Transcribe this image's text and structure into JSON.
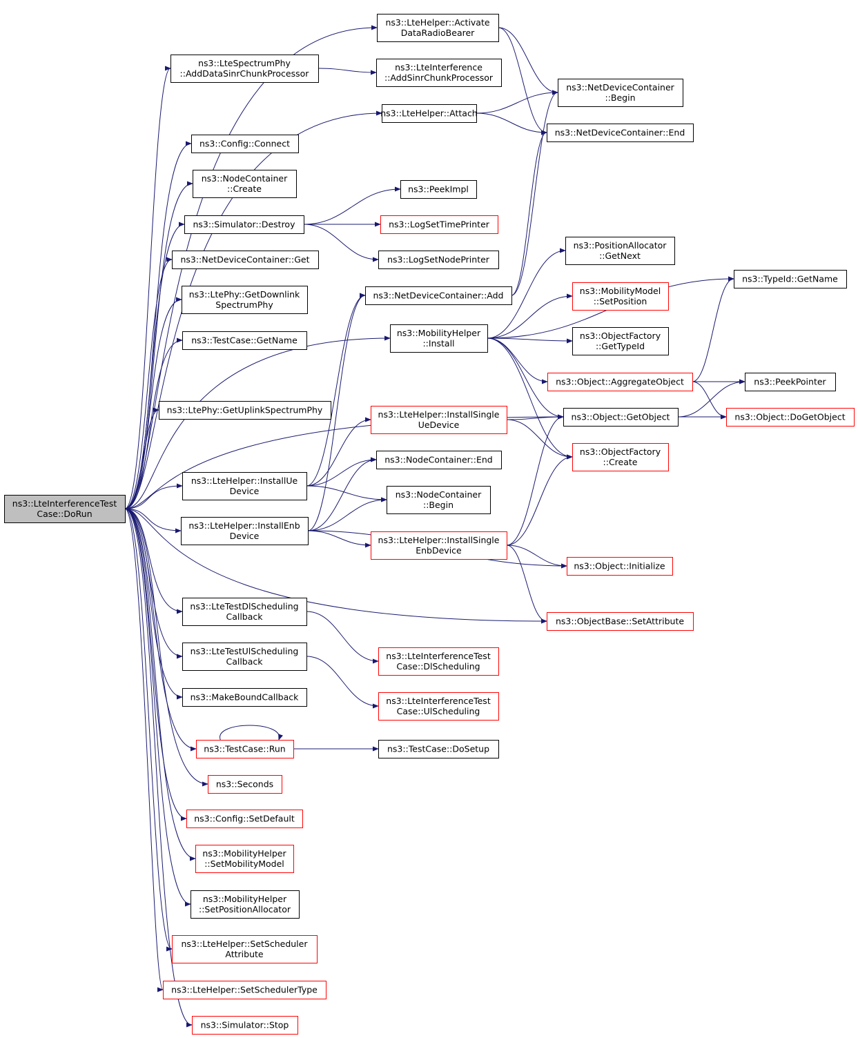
{
  "graph": {
    "colors": {
      "edge": "#191970",
      "border_normal": "#000000",
      "border_red": "#ff0000",
      "root_fill": "#bfbfbf",
      "node_fill": "#ffffff"
    },
    "nodes": [
      {
        "id": "root",
        "lines": [
          "ns3::LteInterferenceTest",
          "Case::DoRun"
        ],
        "style": "root"
      },
      {
        "id": "activate",
        "lines": [
          "ns3::LteHelper::Activate",
          "DataRadioBearer"
        ],
        "style": "normal"
      },
      {
        "id": "adddsinr",
        "lines": [
          "ns3::LteSpectrumPhy",
          "::AddDataSinrChunkProcessor"
        ],
        "style": "normal"
      },
      {
        "id": "addsinr",
        "lines": [
          "ns3::LteInterference",
          "::AddSinrChunkProcessor"
        ],
        "style": "normal"
      },
      {
        "id": "ndcbegin",
        "lines": [
          "ns3::NetDeviceContainer",
          "::Begin"
        ],
        "style": "normal"
      },
      {
        "id": "attach",
        "lines": [
          "ns3::LteHelper::Attach"
        ],
        "style": "normal"
      },
      {
        "id": "ndcend",
        "lines": [
          "ns3::NetDeviceContainer::End"
        ],
        "style": "normal"
      },
      {
        "id": "connect",
        "lines": [
          "ns3::Config::Connect"
        ],
        "style": "normal"
      },
      {
        "id": "nccreate",
        "lines": [
          "ns3::NodeContainer",
          "::Create"
        ],
        "style": "normal"
      },
      {
        "id": "peekimpl",
        "lines": [
          "ns3::PeekImpl"
        ],
        "style": "normal"
      },
      {
        "id": "destroy",
        "lines": [
          "ns3::Simulator::Destroy"
        ],
        "style": "normal"
      },
      {
        "id": "logtime",
        "lines": [
          "ns3::LogSetTimePrinter"
        ],
        "style": "red"
      },
      {
        "id": "ndcget",
        "lines": [
          "ns3::NetDeviceContainer::Get"
        ],
        "style": "normal"
      },
      {
        "id": "lognode",
        "lines": [
          "ns3::LogSetNodePrinter"
        ],
        "style": "normal"
      },
      {
        "id": "posnext",
        "lines": [
          "ns3::PositionAllocator",
          "::GetNext"
        ],
        "style": "normal"
      },
      {
        "id": "typename",
        "lines": [
          "ns3::TypeId::GetName"
        ],
        "style": "normal"
      },
      {
        "id": "getdl",
        "lines": [
          "ns3::LtePhy::GetDownlink",
          "SpectrumPhy"
        ],
        "style": "normal"
      },
      {
        "id": "setpos",
        "lines": [
          "ns3::MobilityModel",
          "::SetPosition"
        ],
        "style": "red"
      },
      {
        "id": "ndcadd",
        "lines": [
          "ns3::NetDeviceContainer::Add"
        ],
        "style": "normal"
      },
      {
        "id": "mhinstall",
        "lines": [
          "ns3::MobilityHelper",
          "::Install"
        ],
        "style": "normal"
      },
      {
        "id": "tcname",
        "lines": [
          "ns3::TestCase::GetName"
        ],
        "style": "normal"
      },
      {
        "id": "oftypeid",
        "lines": [
          "ns3::ObjectFactory",
          "::GetTypeId"
        ],
        "style": "normal"
      },
      {
        "id": "aggregate",
        "lines": [
          "ns3::Object::AggregateObject"
        ],
        "style": "red"
      },
      {
        "id": "peekptr",
        "lines": [
          "ns3::PeekPointer"
        ],
        "style": "normal"
      },
      {
        "id": "getul",
        "lines": [
          "ns3::LtePhy::GetUplinkSpectrumPhy"
        ],
        "style": "normal"
      },
      {
        "id": "installsue",
        "lines": [
          "ns3::LteHelper::InstallSingle",
          "UeDevice"
        ],
        "style": "red"
      },
      {
        "id": "getobject",
        "lines": [
          "ns3::Object::GetObject"
        ],
        "style": "normal"
      },
      {
        "id": "dogetobject",
        "lines": [
          "ns3::Object::DoGetObject"
        ],
        "style": "red"
      },
      {
        "id": "ofcreate",
        "lines": [
          "ns3::ObjectFactory",
          "::Create"
        ],
        "style": "red"
      },
      {
        "id": "ncend",
        "lines": [
          "ns3::NodeContainer::End"
        ],
        "style": "normal"
      },
      {
        "id": "installue",
        "lines": [
          "ns3::LteHelper::InstallUe",
          "Device"
        ],
        "style": "normal"
      },
      {
        "id": "ncbegin",
        "lines": [
          "ns3::NodeContainer",
          "::Begin"
        ],
        "style": "normal"
      },
      {
        "id": "installenb",
        "lines": [
          "ns3::LteHelper::InstallEnb",
          "Device"
        ],
        "style": "normal"
      },
      {
        "id": "installsenb",
        "lines": [
          "ns3::LteHelper::InstallSingle",
          "EnbDevice"
        ],
        "style": "red"
      },
      {
        "id": "initialize",
        "lines": [
          "ns3::Object::Initialize"
        ],
        "style": "red"
      },
      {
        "id": "setattr",
        "lines": [
          "ns3::ObjectBase::SetAttribute"
        ],
        "style": "red"
      },
      {
        "id": "dlcb",
        "lines": [
          "ns3::LteTestDlScheduling",
          "Callback"
        ],
        "style": "normal"
      },
      {
        "id": "dlsched",
        "lines": [
          "ns3::LteInterferenceTest",
          "Case::DlScheduling"
        ],
        "style": "red"
      },
      {
        "id": "ulcb",
        "lines": [
          "ns3::LteTestUlScheduling",
          "Callback"
        ],
        "style": "normal"
      },
      {
        "id": "ulsched",
        "lines": [
          "ns3::LteInterferenceTest",
          "Case::UlScheduling"
        ],
        "style": "red"
      },
      {
        "id": "makebound",
        "lines": [
          "ns3::MakeBoundCallback"
        ],
        "style": "normal"
      },
      {
        "id": "tcrun",
        "lines": [
          "ns3::TestCase::Run"
        ],
        "style": "red"
      },
      {
        "id": "dosetup",
        "lines": [
          "ns3::TestCase::DoSetup"
        ],
        "style": "normal"
      },
      {
        "id": "seconds",
        "lines": [
          "ns3::Seconds"
        ],
        "style": "red"
      },
      {
        "id": "setdefault",
        "lines": [
          "ns3::Config::SetDefault"
        ],
        "style": "red"
      },
      {
        "id": "setmob",
        "lines": [
          "ns3::MobilityHelper",
          "::SetMobilityModel"
        ],
        "style": "red"
      },
      {
        "id": "setposalloc",
        "lines": [
          "ns3::MobilityHelper",
          "::SetPositionAllocator"
        ],
        "style": "normal"
      },
      {
        "id": "setschedattr",
        "lines": [
          "ns3::LteHelper::SetScheduler",
          "Attribute"
        ],
        "style": "red"
      },
      {
        "id": "setschedtype",
        "lines": [
          "ns3::LteHelper::SetSchedulerType"
        ],
        "style": "red"
      },
      {
        "id": "stop",
        "lines": [
          "ns3::Simulator::Stop"
        ],
        "style": "red"
      }
    ],
    "edges": [
      [
        "root",
        "activate"
      ],
      [
        "root",
        "adddsinr"
      ],
      [
        "root",
        "attach"
      ],
      [
        "root",
        "connect"
      ],
      [
        "root",
        "nccreate"
      ],
      [
        "root",
        "destroy"
      ],
      [
        "root",
        "ndcget"
      ],
      [
        "root",
        "getdl"
      ],
      [
        "root",
        "tcname"
      ],
      [
        "root",
        "mhinstall"
      ],
      [
        "root",
        "getul"
      ],
      [
        "root",
        "getobject"
      ],
      [
        "root",
        "installue"
      ],
      [
        "root",
        "installenb"
      ],
      [
        "root",
        "setattr"
      ],
      [
        "root",
        "dlcb"
      ],
      [
        "root",
        "ulcb"
      ],
      [
        "root",
        "makebound"
      ],
      [
        "root",
        "tcrun"
      ],
      [
        "root",
        "seconds"
      ],
      [
        "root",
        "setdefault"
      ],
      [
        "root",
        "setmob"
      ],
      [
        "root",
        "setposalloc"
      ],
      [
        "root",
        "setschedattr"
      ],
      [
        "root",
        "setschedtype"
      ],
      [
        "root",
        "stop"
      ],
      [
        "activate",
        "ndcbegin"
      ],
      [
        "activate",
        "ndcend"
      ],
      [
        "adddsinr",
        "addsinr"
      ],
      [
        "attach",
        "ndcbegin"
      ],
      [
        "attach",
        "ndcend"
      ],
      [
        "destroy",
        "peekimpl"
      ],
      [
        "destroy",
        "logtime"
      ],
      [
        "destroy",
        "lognode"
      ],
      [
        "ndcadd",
        "ndcbegin"
      ],
      [
        "ndcadd",
        "ndcend"
      ],
      [
        "mhinstall",
        "posnext"
      ],
      [
        "mhinstall",
        "typename"
      ],
      [
        "mhinstall",
        "setpos"
      ],
      [
        "mhinstall",
        "oftypeid"
      ],
      [
        "mhinstall",
        "aggregate"
      ],
      [
        "mhinstall",
        "getobject"
      ],
      [
        "mhinstall",
        "ofcreate"
      ],
      [
        "aggregate",
        "typename"
      ],
      [
        "aggregate",
        "peekptr"
      ],
      [
        "aggregate",
        "dogetobject"
      ],
      [
        "getobject",
        "peekptr"
      ],
      [
        "getobject",
        "dogetobject"
      ],
      [
        "installsue",
        "getobject"
      ],
      [
        "installsue",
        "ofcreate"
      ],
      [
        "installue",
        "ndcadd"
      ],
      [
        "installue",
        "installsue"
      ],
      [
        "installue",
        "ncend"
      ],
      [
        "installue",
        "ncbegin"
      ],
      [
        "installenb",
        "ndcadd"
      ],
      [
        "installenb",
        "ncend"
      ],
      [
        "installenb",
        "ncbegin"
      ],
      [
        "installenb",
        "installsenb"
      ],
      [
        "installenb",
        "initialize"
      ],
      [
        "installsenb",
        "getobject"
      ],
      [
        "installsenb",
        "ofcreate"
      ],
      [
        "installsenb",
        "initialize"
      ],
      [
        "installsenb",
        "setattr"
      ],
      [
        "dlcb",
        "dlsched"
      ],
      [
        "ulcb",
        "ulsched"
      ],
      [
        "tcrun",
        "tcrun"
      ],
      [
        "tcrun",
        "dosetup"
      ]
    ]
  }
}
